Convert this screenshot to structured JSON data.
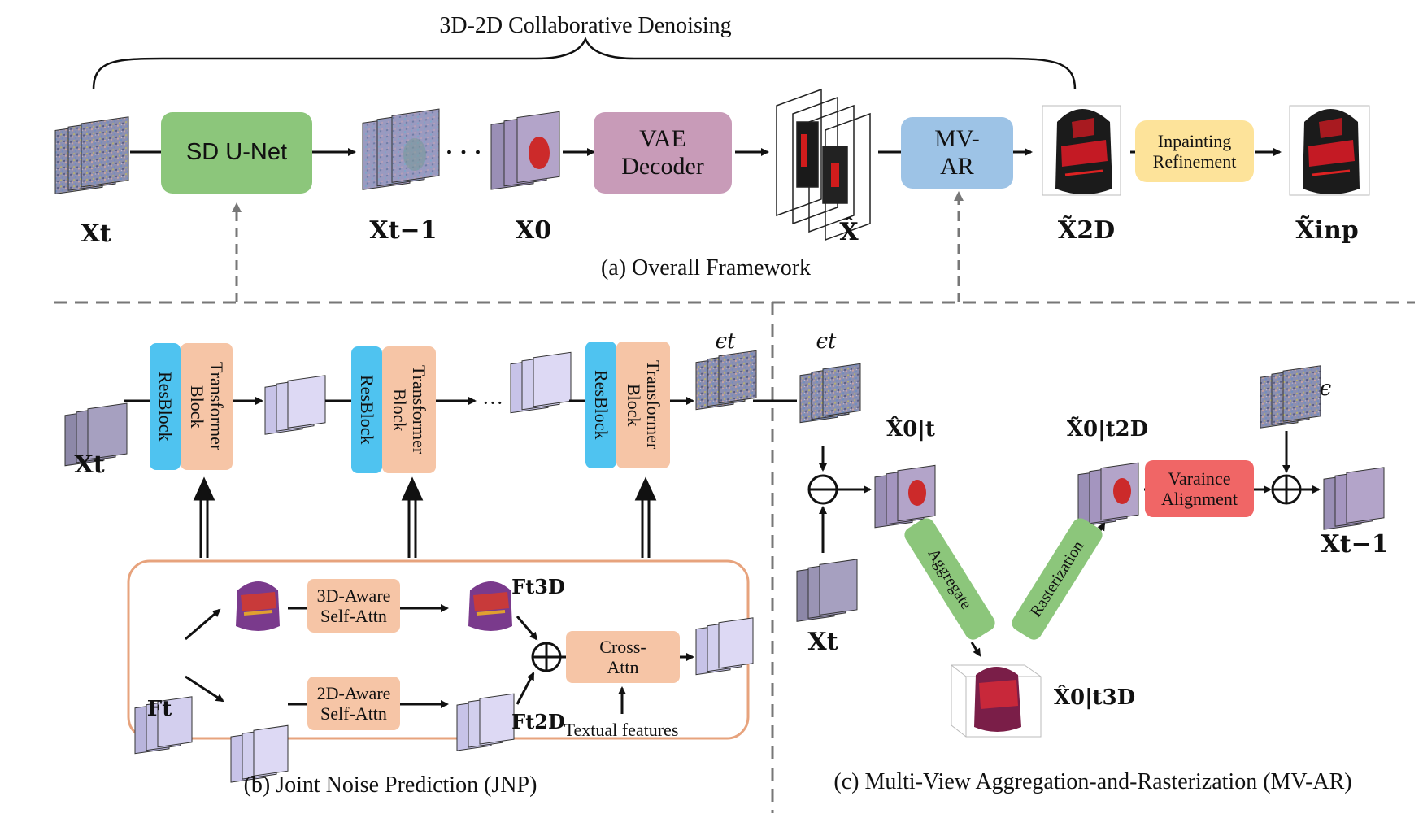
{
  "top": {
    "brace_label": "3D-2D Collaborative Denoising",
    "sd_unet": "SD U-Net",
    "vae_decoder": "VAE\nDecoder",
    "mv_ar": "MV-\nAR",
    "inpainting": "Inpainting\nRefinement",
    "dots": "· · ·",
    "caption": "(a) Overall Framework",
    "sym_xt": "Xt",
    "sym_xt1": "Xt−1",
    "sym_x0": "X0",
    "sym_xhat": "X̂",
    "sym_x2d": "X̃2D",
    "sym_xinp": "X̃inp"
  },
  "jnp": {
    "resblock": "ResBlock",
    "transformer": "Transformer Block",
    "dots": "···",
    "eps_t": "ϵt",
    "x_t": "Xt",
    "aware3d": "3D-Aware\nSelf-Attn",
    "aware2d": "2D-Aware\nSelf-Attn",
    "cross": "Cross-\nAttn",
    "f_t": "Ft",
    "f_t3d": "Ft3D",
    "f_t2d": "Ft2D",
    "textual": "Textual features",
    "caption": "(b) Joint Noise Prediction (JNP)"
  },
  "mvar": {
    "eps_t": "ϵt",
    "eps": "ϵ",
    "x_t": "Xt",
    "x0t": "X̂0|t",
    "x0t2d": "X̃0|t2D",
    "x0t3d": "X̂0|t3D",
    "xt1": "Xt−1",
    "aggregate": "Aggregate",
    "rasterization": "Rasterization",
    "variance": "Varaince\nAlignment",
    "caption": "(c) Multi-View Aggregation-and-Rasterization (MV-AR)"
  },
  "colors": {
    "green": "#8cc67b",
    "purple": "#c89bb8",
    "blue": "#9dc3e6",
    "yellow": "#fde39a",
    "salmon": "#f6c5a6",
    "cyan": "#4fc3f0",
    "red": "#f06666",
    "jnp_border": "#e7a37d"
  }
}
